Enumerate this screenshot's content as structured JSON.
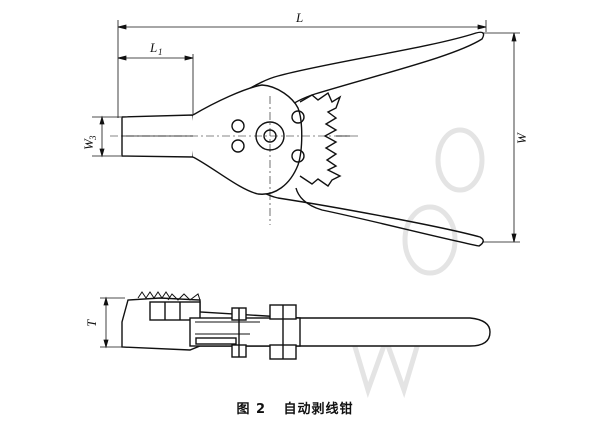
{
  "dimensions": {
    "L": "L",
    "L1_main": "L",
    "L1_sub": "1",
    "W": "W",
    "W3_main": "W",
    "W3_sub": "3",
    "T": "T"
  },
  "caption": {
    "figure_no": "图 2",
    "title": "自动剥线钳"
  },
  "colors": {
    "line": "#111111",
    "watermark": "#e6e6e6"
  }
}
